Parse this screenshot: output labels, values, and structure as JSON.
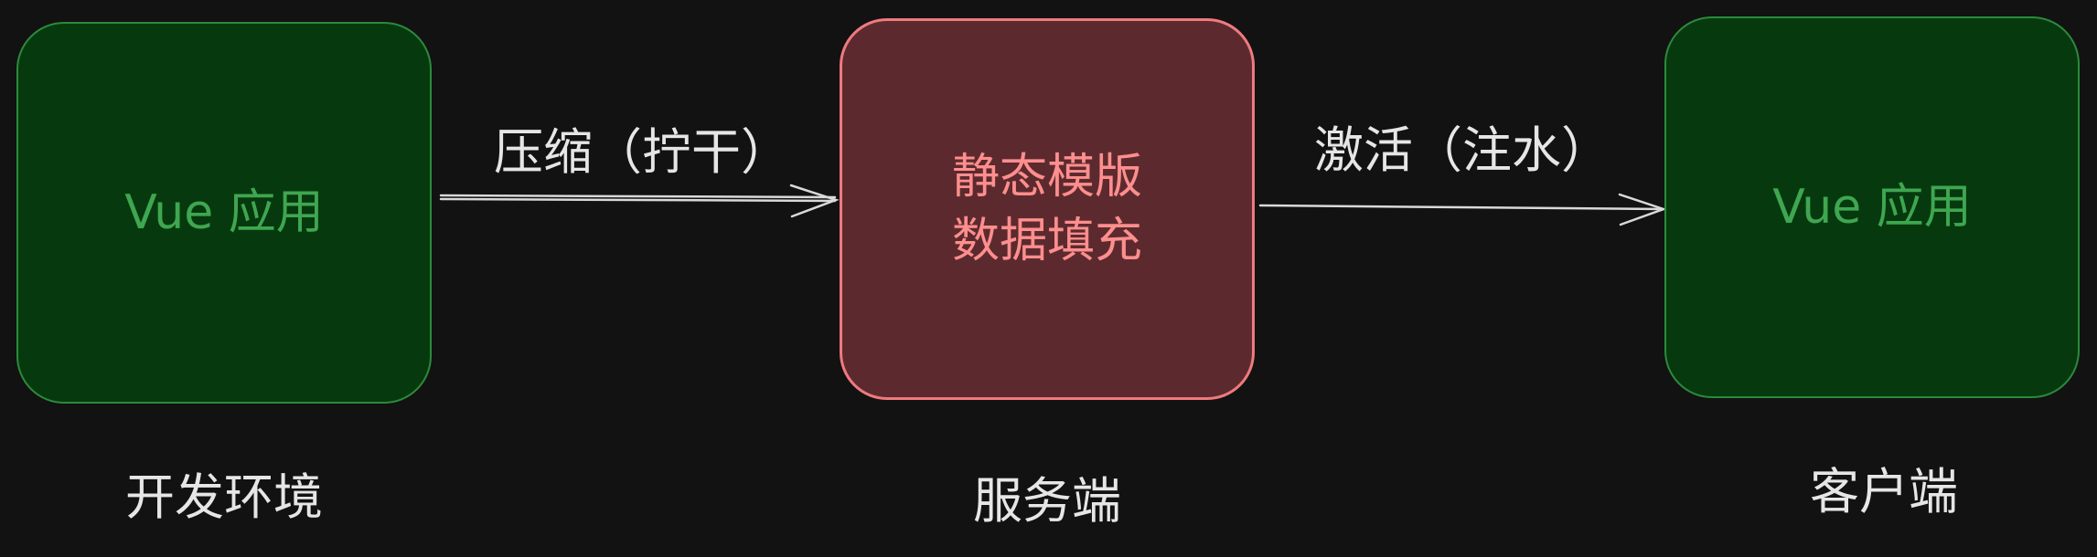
{
  "nodes": {
    "dev_app": {
      "text": "Vue 应用"
    },
    "server_tpl": {
      "text": "静态模版\n数据填充"
    },
    "client_app": {
      "text": "Vue 应用"
    }
  },
  "edges": {
    "compress": {
      "label": "压缩（拧干）"
    },
    "activate": {
      "label": "激活（注水）"
    }
  },
  "captions": {
    "dev_env": "开发环境",
    "server": "服务端",
    "client": "客户端"
  },
  "colors": {
    "background": "#121212",
    "green_fill": "#063a0e",
    "green_stroke": "#2c8a3b",
    "green_text": "#3fa651",
    "red_fill": "#5c2a2e",
    "red_stroke": "#ef7a7f",
    "red_text": "#ff8e8e",
    "arrow": "#d9d9d9",
    "caption_text": "#e6e6e6"
  }
}
